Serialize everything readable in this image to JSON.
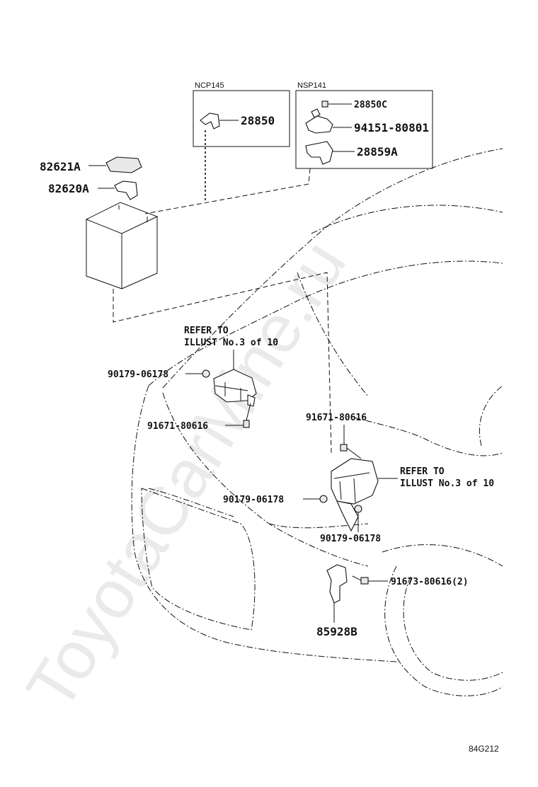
{
  "variants": {
    "ncp145": {
      "title": "NCP145",
      "parts": [
        "28850"
      ]
    },
    "nsp141": {
      "title": "NSP141",
      "parts": [
        "94151-80801",
        "28850C",
        "28859A"
      ]
    }
  },
  "parts": {
    "p82621a": "82621A",
    "p82620a": "82620A",
    "p90179_a": "90179-06178",
    "p91671_a": "91671-80616",
    "p91671_b": "91671-80616",
    "p90179_b": "90179-06178",
    "p90179_c": "90179-06178",
    "p91673": "91673-80616(2)",
    "p85928b": "85928B"
  },
  "refers": {
    "left": {
      "line1": "REFER TO",
      "line2": "ILLUST No.3 of 10"
    },
    "right": {
      "line1": "REFER TO",
      "line2": "ILLUST No.3 of 10"
    }
  },
  "watermark": "ToyotaCarMine.ru",
  "diagram_code": "84G212"
}
